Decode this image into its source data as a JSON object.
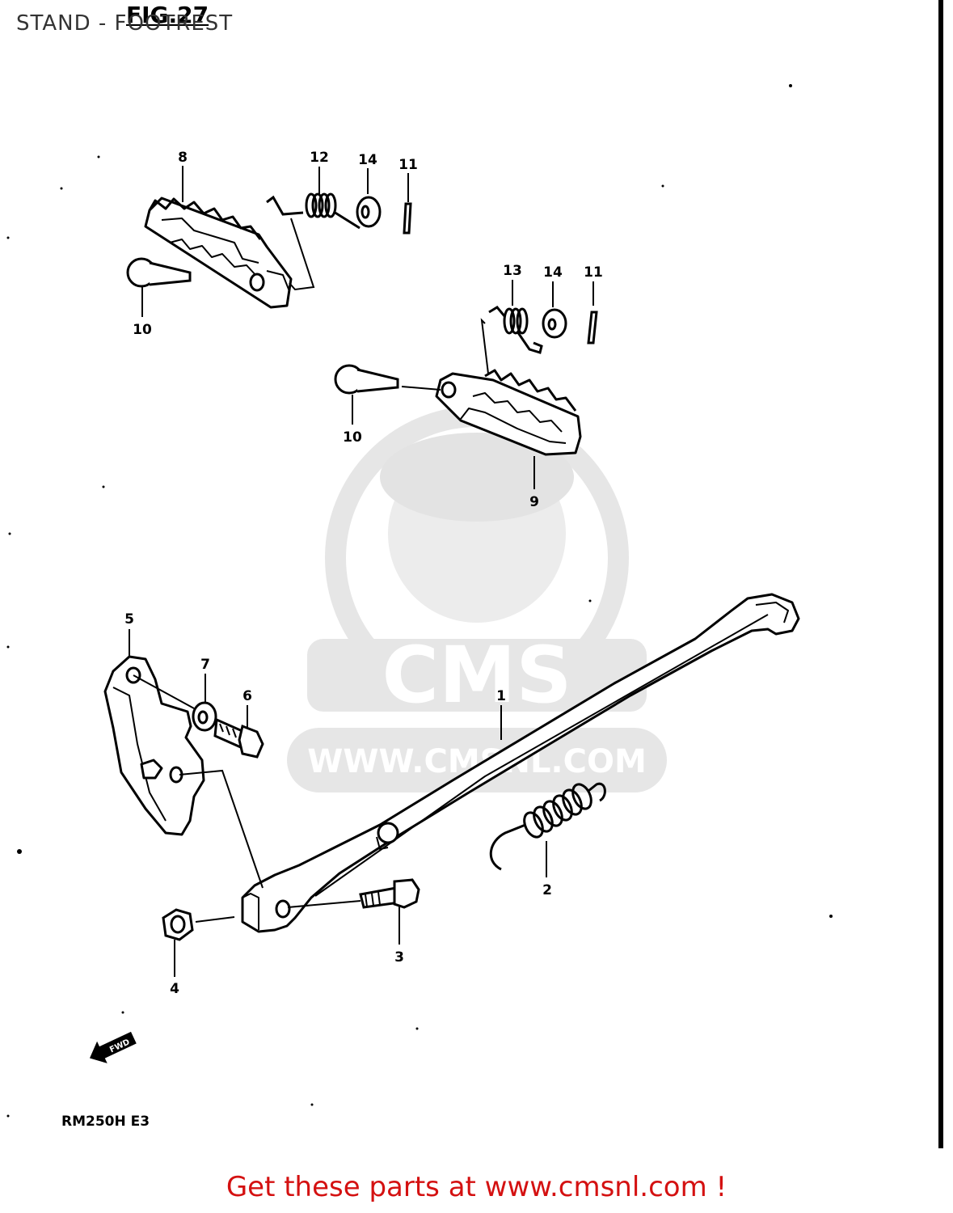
{
  "header": {
    "section_title": "STAND - FOOTREST",
    "figure_label": "FIG.27"
  },
  "callouts": [
    {
      "id": "c8",
      "label": "8"
    },
    {
      "id": "c12",
      "label": "12"
    },
    {
      "id": "c14a",
      "label": "14"
    },
    {
      "id": "c11a",
      "label": "11"
    },
    {
      "id": "c10a",
      "label": "10"
    },
    {
      "id": "c13",
      "label": "13"
    },
    {
      "id": "c14b",
      "label": "14"
    },
    {
      "id": "c11b",
      "label": "11"
    },
    {
      "id": "c10b",
      "label": "10"
    },
    {
      "id": "c9",
      "label": "9"
    },
    {
      "id": "c5",
      "label": "5"
    },
    {
      "id": "c7",
      "label": "7"
    },
    {
      "id": "c6",
      "label": "6"
    },
    {
      "id": "c1",
      "label": "1"
    },
    {
      "id": "c2",
      "label": "2"
    },
    {
      "id": "c3",
      "label": "3"
    },
    {
      "id": "c4",
      "label": "4"
    }
  ],
  "direction_arrow": {
    "label": "FWD"
  },
  "model_code": "RM250H E3",
  "watermark": {
    "brand": "CMS",
    "url": "WWW.CMSNL.COM"
  },
  "footer": {
    "link_text": "Get these parts at www.cmsnl.com !"
  },
  "colors": {
    "ink": "#000000",
    "footer": "#d41111",
    "watermark": "#e6e6e6"
  }
}
